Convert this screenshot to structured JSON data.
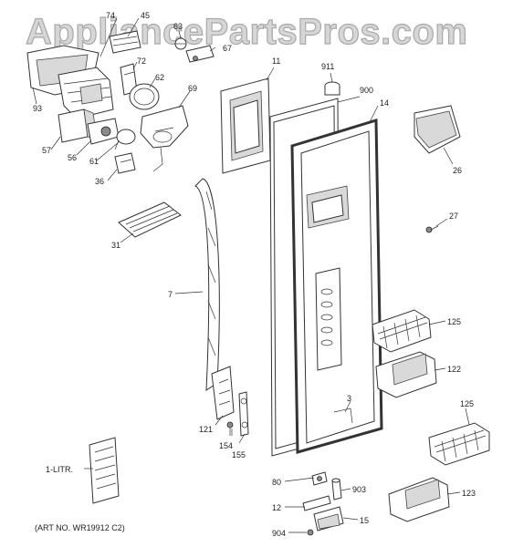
{
  "watermark": "AppliancePartsPros.com",
  "art_number": "(ART NO. WR19912 C2)",
  "callouts": [
    {
      "id": "74",
      "text": "74"
    },
    {
      "id": "45",
      "text": "45"
    },
    {
      "id": "63",
      "text": "63"
    },
    {
      "id": "67",
      "text": "67"
    },
    {
      "id": "72",
      "text": "72"
    },
    {
      "id": "62",
      "text": "62"
    },
    {
      "id": "69",
      "text": "69"
    },
    {
      "id": "93",
      "text": "93"
    },
    {
      "id": "57",
      "text": "57"
    },
    {
      "id": "56",
      "text": "56"
    },
    {
      "id": "61",
      "text": "61"
    },
    {
      "id": "36",
      "text": "36"
    },
    {
      "id": "11",
      "text": "11"
    },
    {
      "id": "911",
      "text": "911"
    },
    {
      "id": "900",
      "text": "900"
    },
    {
      "id": "14",
      "text": "14"
    },
    {
      "id": "26",
      "text": "26"
    },
    {
      "id": "27",
      "text": "27"
    },
    {
      "id": "31",
      "text": "31"
    },
    {
      "id": "7",
      "text": "7"
    },
    {
      "id": "125a",
      "text": "125"
    },
    {
      "id": "122",
      "text": "122"
    },
    {
      "id": "125b",
      "text": "125"
    },
    {
      "id": "123",
      "text": "123"
    },
    {
      "id": "3",
      "text": "3"
    },
    {
      "id": "121",
      "text": "121"
    },
    {
      "id": "154",
      "text": "154"
    },
    {
      "id": "155",
      "text": "155"
    },
    {
      "id": "1-LITR",
      "text": "1-LITR."
    },
    {
      "id": "80",
      "text": "80"
    },
    {
      "id": "903",
      "text": "903"
    },
    {
      "id": "12",
      "text": "12"
    },
    {
      "id": "15",
      "text": "15"
    },
    {
      "id": "904",
      "text": "904"
    }
  ]
}
